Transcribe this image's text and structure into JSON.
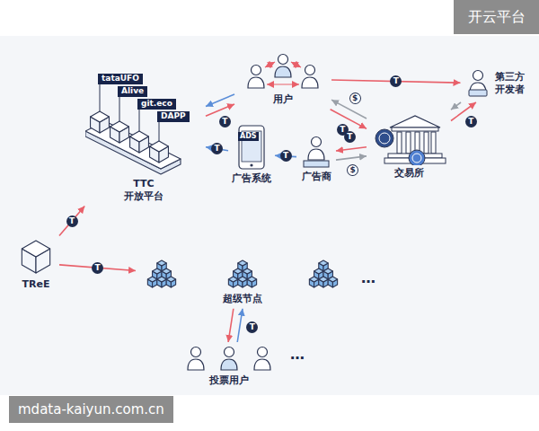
{
  "diagram": {
    "nodes": [
      {
        "text": [
          "TReE"
        ]
      },
      {
        "text": [
          "TTC 开放平台"
        ]
      },
      {
        "text": [
          "tataUFO"
        ],
        "in": 1
      },
      {
        "text": [
          "Alive"
        ],
        "in": 1
      },
      {
        "text": [
          "git.eco"
        ],
        "in": 1
      },
      {
        "text": [
          "DAPP"
        ],
        "in": 1
      },
      {
        "text": [
          "用户"
        ]
      },
      {
        "text": [
          "第三方 开发者"
        ]
      },
      {
        "text": [
          "交易所"
        ]
      },
      {
        "text": [
          "广告商"
        ]
      },
      {
        "text": [
          "广告系统"
        ]
      },
      {
        "text": [
          "ADS"
        ],
        "in": 10
      },
      {
        "text": [
          "超级节点"
        ]
      },
      {
        "text": [
          "投票用户"
        ]
      }
    ],
    "edges": [
      {
        "from": 0,
        "to": 1,
        "arrow": "to",
        "label": "T"
      },
      {
        "from": 1,
        "to": 6,
        "arrow": "to",
        "label": "T"
      },
      {
        "from": 6,
        "to": 1,
        "arrow": "to"
      },
      {
        "from": 6,
        "to": 8,
        "arrow": "to",
        "label": "T"
      },
      {
        "from": 8,
        "to": 6,
        "arrow": "to",
        "label": "$"
      },
      {
        "from": 6,
        "to": 7,
        "arrow": "to",
        "label": "T"
      },
      {
        "from": 8,
        "to": 7,
        "arrow": "to",
        "label": "T"
      },
      {
        "from": 7,
        "to": 8,
        "arrow": "to"
      },
      {
        "from": 8,
        "to": 9,
        "arrow": "to",
        "label": "T"
      },
      {
        "from": 9,
        "to": 8,
        "arrow": "to",
        "label": "$"
      },
      {
        "from": 9,
        "to": 10,
        "arrow": "to",
        "label": "T"
      },
      {
        "from": 10,
        "to": 1,
        "arrow": "to",
        "label": "T"
      },
      {
        "from": 0,
        "to": 12,
        "arrow": "to",
        "label": "T"
      },
      {
        "from": 12,
        "to": 13,
        "arrow": "to"
      },
      {
        "from": 13,
        "to": 12,
        "arrow": "to",
        "label": "T"
      }
    ],
    "labels": [
      "开云平台",
      "…",
      "…",
      "mdata-kaiyun.com.cn"
    ]
  }
}
